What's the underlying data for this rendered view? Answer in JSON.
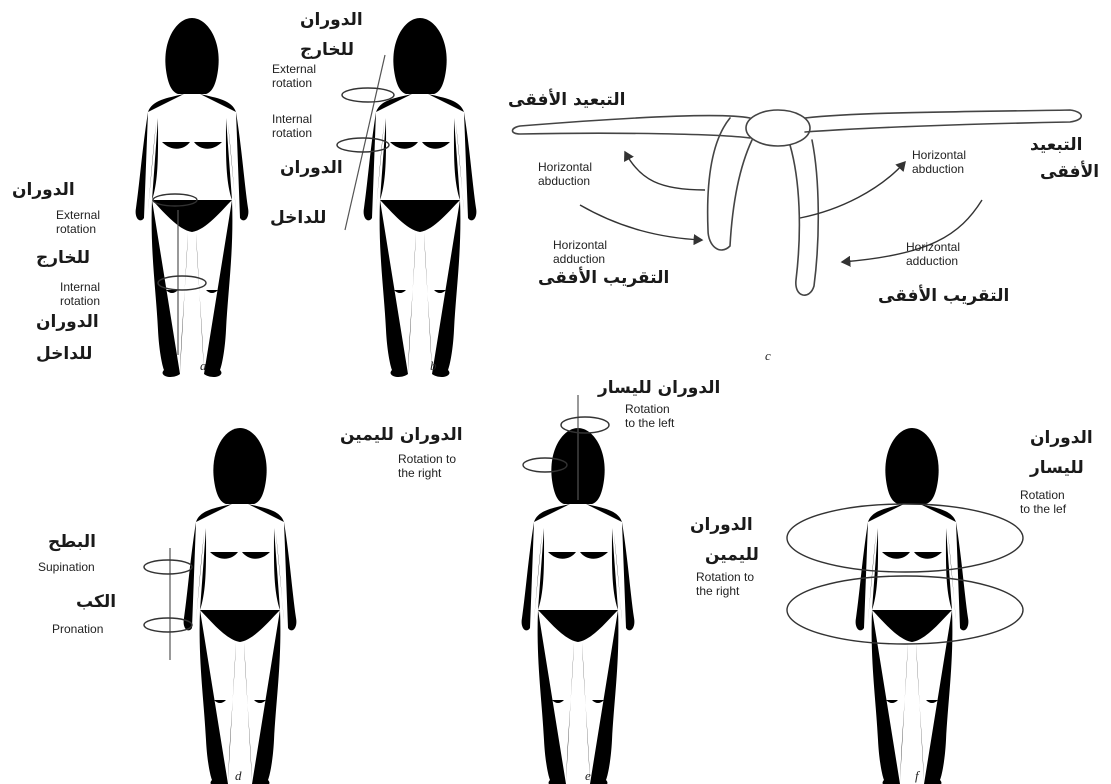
{
  "colors": {
    "ink": "#333333",
    "background": "#ffffff"
  },
  "panels": {
    "a": {
      "letter": "a",
      "external_ar": "الدوران",
      "external_ar2": "للخارج",
      "external_en": "External\nrotation",
      "internal_en": "Internal\nrotation",
      "internal_ar": "الدوران",
      "internal_ar2": "للداخل"
    },
    "b": {
      "letter": "b",
      "external_ar": "الدوران",
      "external_ar2": "للخارج",
      "external_en": "External\nrotation",
      "internal_en": "Internal\nrotation",
      "internal_ar": "الدوران",
      "internal_ar2": "للداخل"
    },
    "c": {
      "letter": "c",
      "abd_left_ar": "التبعيد الأفقى",
      "abd_left_en": "Horizontal\nabduction",
      "add_left_en": "Horizontal\nadduction",
      "add_left_ar": "التقريب الأفقى",
      "abd_right_en": "Horizontal\nabduction",
      "abd_right_ar": "التبعيد",
      "abd_right_ar2": "الأفقى",
      "add_right_en": "Horizontal\nadduction",
      "add_right_ar": "التقريب الأفقى"
    },
    "d": {
      "letter": "d",
      "sup_ar": "البطح",
      "sup_en": "Supination",
      "pro_ar": "الكب",
      "pro_en": "Pronation"
    },
    "e": {
      "letter": "e",
      "left_ar": "الدوران لليسار",
      "left_en": "Rotation\nto the left",
      "right_ar": "الدوران لليمين",
      "right_en": "Rotation to\nthe right"
    },
    "f": {
      "letter": "f",
      "left_ar": "الدوران",
      "left_ar2": "لليسار",
      "left_en": "Rotation\nto the lef",
      "right_ar": "الدوران",
      "right_ar2": "لليمين",
      "right_en": "Rotation to\nthe right"
    }
  }
}
